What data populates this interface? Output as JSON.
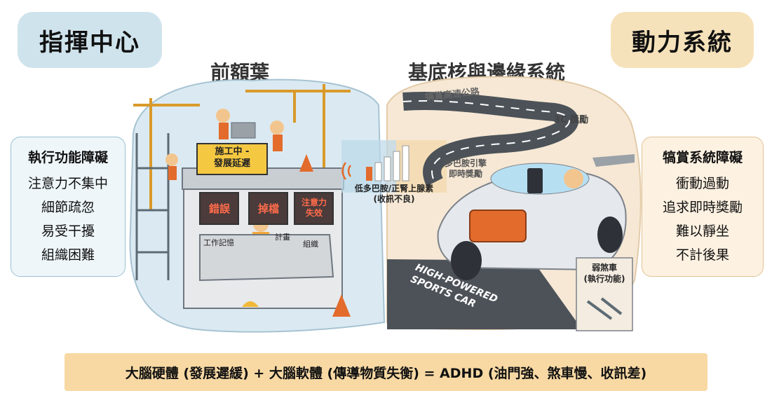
{
  "titles": {
    "left": "指揮中心",
    "right": "動力系統"
  },
  "subtitles": {
    "left": "前額葉",
    "right": "基底核與邊緣系統"
  },
  "left_panel": {
    "heading": "執行功能障礙",
    "items": [
      "注意力不集中",
      "細節疏忽",
      "易受干擾",
      "組織困難"
    ]
  },
  "right_panel": {
    "heading": "犒賞系統障礙",
    "items": [
      "衝動過動",
      "追求即時獎勵",
      "難以靜坐",
      "不計後果"
    ]
  },
  "construction": {
    "sign_line1": "施工中 -",
    "sign_line2": "發展延遲",
    "screen_error": "錯誤",
    "screen_drop": "掉檔",
    "screen_focus1": "注意力",
    "screen_focus2": "失效",
    "console_memory": "工作記憶",
    "console_calc": "計畫",
    "console_org": "組織"
  },
  "middle": {
    "signal_line1": "低多巴胺/正腎上腺素",
    "signal_line2": "(收訊不良)"
  },
  "car": {
    "highway": "犒賞高速公路",
    "reward": "3C 獎勵",
    "engine_line1": "多巴胺引擎",
    "engine_line2": "即時獎勵",
    "road_text1": "HIGH-POWERED",
    "road_text2": "SPORTS CAR",
    "brake_line1": "弱煞車",
    "brake_line2": "(執行功能)"
  },
  "formula": "大腦硬體 (發展遲緩) +  大腦軟體 (傳導物質失衡) =  ADHD (油門強、煞車慢、收訊差)",
  "colors": {
    "left_bg": "#cfe3ec",
    "right_bg": "#f6e2ba",
    "formula_bg": "#f8d9a4",
    "car_orange": "#e36b2c"
  }
}
